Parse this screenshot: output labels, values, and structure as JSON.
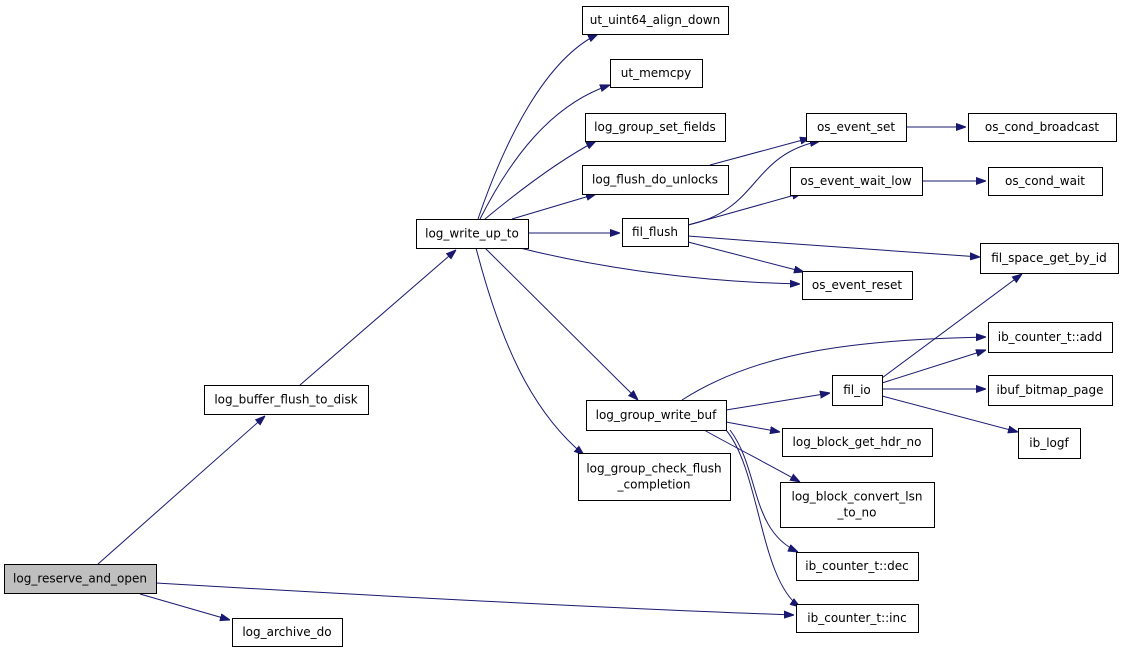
{
  "diagram": {
    "root": "log_reserve_and_open",
    "nodes": [
      {
        "id": "log_reserve_and_open",
        "lines": [
          "log_reserve_and_open"
        ],
        "root": true
      },
      {
        "id": "log_buffer_flush_to_disk",
        "lines": [
          "log_buffer_flush_to_disk"
        ]
      },
      {
        "id": "log_archive_do",
        "lines": [
          "log_archive_do"
        ]
      },
      {
        "id": "log_write_up_to",
        "lines": [
          "log_write_up_to"
        ]
      },
      {
        "id": "ut_uint64_align_down",
        "lines": [
          "ut_uint64_align_down"
        ]
      },
      {
        "id": "ut_memcpy",
        "lines": [
          "ut_memcpy"
        ]
      },
      {
        "id": "log_group_set_fields",
        "lines": [
          "log_group_set_fields"
        ]
      },
      {
        "id": "log_flush_do_unlocks",
        "lines": [
          "log_flush_do_unlocks"
        ]
      },
      {
        "id": "fil_flush",
        "lines": [
          "fil_flush"
        ]
      },
      {
        "id": "os_event_set",
        "lines": [
          "os_event_set"
        ]
      },
      {
        "id": "os_cond_broadcast",
        "lines": [
          "os_cond_broadcast"
        ]
      },
      {
        "id": "os_event_wait_low",
        "lines": [
          "os_event_wait_low"
        ]
      },
      {
        "id": "os_cond_wait",
        "lines": [
          "os_cond_wait"
        ]
      },
      {
        "id": "fil_space_get_by_id",
        "lines": [
          "fil_space_get_by_id"
        ]
      },
      {
        "id": "os_event_reset",
        "lines": [
          "os_event_reset"
        ]
      },
      {
        "id": "log_group_write_buf",
        "lines": [
          "log_group_write_buf"
        ]
      },
      {
        "id": "log_group_check_flush_completion",
        "lines": [
          "log_group_check_flush",
          "_completion"
        ]
      },
      {
        "id": "fil_io",
        "lines": [
          "fil_io"
        ]
      },
      {
        "id": "ib_counter_t_add",
        "lines": [
          "ib_counter_t::add"
        ]
      },
      {
        "id": "ibuf_bitmap_page",
        "lines": [
          "ibuf_bitmap_page"
        ]
      },
      {
        "id": "ib_logf",
        "lines": [
          "ib_logf"
        ]
      },
      {
        "id": "log_block_get_hdr_no",
        "lines": [
          "log_block_get_hdr_no"
        ]
      },
      {
        "id": "log_block_convert_lsn_to_no",
        "lines": [
          "log_block_convert_lsn",
          "_to_no"
        ]
      },
      {
        "id": "ib_counter_t_dec",
        "lines": [
          "ib_counter_t::dec"
        ]
      },
      {
        "id": "ib_counter_t_inc",
        "lines": [
          "ib_counter_t::inc"
        ]
      }
    ],
    "edges": [
      {
        "from": "log_reserve_and_open",
        "to": "log_buffer_flush_to_disk"
      },
      {
        "from": "log_reserve_and_open",
        "to": "log_archive_do"
      },
      {
        "from": "log_reserve_and_open",
        "to": "ib_counter_t_inc"
      },
      {
        "from": "log_buffer_flush_to_disk",
        "to": "log_write_up_to"
      },
      {
        "from": "log_write_up_to",
        "to": "ut_uint64_align_down"
      },
      {
        "from": "log_write_up_to",
        "to": "ut_memcpy"
      },
      {
        "from": "log_write_up_to",
        "to": "log_group_set_fields"
      },
      {
        "from": "log_write_up_to",
        "to": "log_flush_do_unlocks"
      },
      {
        "from": "log_write_up_to",
        "to": "fil_flush"
      },
      {
        "from": "log_write_up_to",
        "to": "os_event_reset"
      },
      {
        "from": "log_write_up_to",
        "to": "log_group_write_buf"
      },
      {
        "from": "log_write_up_to",
        "to": "log_group_check_flush_completion"
      },
      {
        "from": "log_flush_do_unlocks",
        "to": "os_event_set"
      },
      {
        "from": "fil_flush",
        "to": "os_event_set"
      },
      {
        "from": "fil_flush",
        "to": "os_event_wait_low"
      },
      {
        "from": "fil_flush",
        "to": "fil_space_get_by_id"
      },
      {
        "from": "fil_flush",
        "to": "os_event_reset"
      },
      {
        "from": "os_event_set",
        "to": "os_cond_broadcast"
      },
      {
        "from": "os_event_wait_low",
        "to": "os_cond_wait"
      },
      {
        "from": "log_group_write_buf",
        "to": "ib_counter_t_add"
      },
      {
        "from": "log_group_write_buf",
        "to": "fil_io"
      },
      {
        "from": "log_group_write_buf",
        "to": "log_block_get_hdr_no"
      },
      {
        "from": "log_group_write_buf",
        "to": "log_block_convert_lsn_to_no"
      },
      {
        "from": "log_group_write_buf",
        "to": "ib_counter_t_dec"
      },
      {
        "from": "log_group_write_buf",
        "to": "ib_counter_t_inc"
      },
      {
        "from": "fil_io",
        "to": "fil_space_get_by_id"
      },
      {
        "from": "fil_io",
        "to": "ib_counter_t_add"
      },
      {
        "from": "fil_io",
        "to": "ibuf_bitmap_page"
      },
      {
        "from": "fil_io",
        "to": "ib_logf"
      }
    ],
    "colors": {
      "edge": "#191970",
      "root_fill": "#bfbfbf",
      "node_fill": "#ffffff",
      "border": "#000000"
    }
  }
}
